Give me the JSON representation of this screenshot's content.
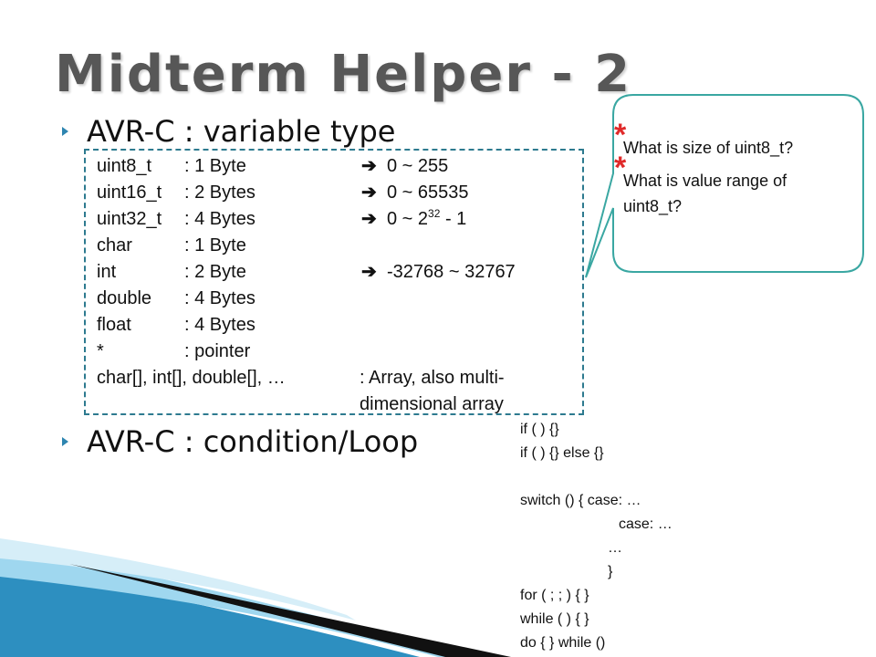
{
  "title": "Midterm Helper - 2",
  "bullets": [
    {
      "text": "AVR-C : variable type"
    },
    {
      "text": "AVR-C : condition/Loop"
    }
  ],
  "variable_types": [
    {
      "name": "uint8_t",
      "size": ": 1 Byte",
      "range": "0 ~ 255"
    },
    {
      "name": "uint16_t",
      "size": ": 2 Bytes",
      "range": "0 ~ 65535"
    },
    {
      "name": "uint32_t",
      "size": ": 4 Bytes",
      "range_base": "0 ~ 2",
      "range_exp": "32",
      "range_tail": " - 1"
    },
    {
      "name": "char",
      "size": ": 1 Byte"
    },
    {
      "name": "int",
      "size": ": 2 Byte",
      "range": "-32768 ~ 32767"
    },
    {
      "name": "double",
      "size": ": 4 Bytes"
    },
    {
      "name": "float",
      "size": ": 4 Bytes"
    },
    {
      "name": "*",
      "size": ": pointer"
    }
  ],
  "array_row": {
    "name": "char[], int[], double[], …",
    "desc": ": Array, also multi-dimensional array"
  },
  "callout": {
    "q1": "What is size of uint8_t?",
    "q2": "What is value range of uint8_t?",
    "star": "*"
  },
  "code_snippets": {
    "if1": "if ( ) {}",
    "if2": "if ( ) {} else {}",
    "switch1": "switch () { case: …",
    "switch2": "case: …",
    "switch3": "…",
    "switch4": "}",
    "for_loop": "for ( ; ; ) { }",
    "while_loop": "while ( ) { }",
    "do_while": "do { } while ()"
  },
  "icons": {
    "arrow": "➔",
    "bullet_marker": "triangle"
  },
  "colors": {
    "title": "#575757",
    "accent": "#2e85b0",
    "star": "#e02a2a",
    "box_border": "#2d7a8f",
    "callout_border": "#3aa7a2"
  }
}
